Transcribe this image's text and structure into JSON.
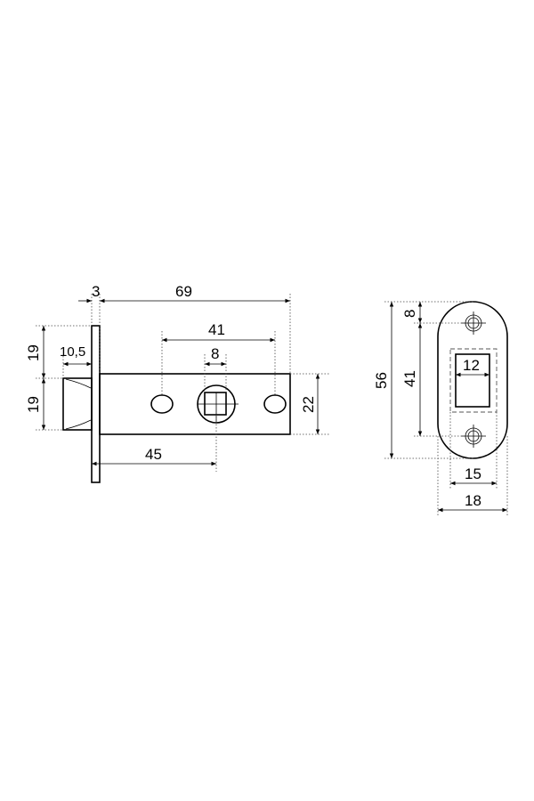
{
  "latch": {
    "dims": {
      "faceplate_thickness": "3",
      "backset_length": "69",
      "hole_spacing": "41",
      "spindle": "8",
      "latch_projection": "10,5",
      "upper_half": "19",
      "lower_half": "19",
      "body_height": "22",
      "backset": "45"
    }
  },
  "strike_plate": {
    "dims": {
      "height": "56",
      "top_to_hole": "8",
      "hole_spacing": "41",
      "opening_width": "12",
      "recess_width": "15",
      "plate_width": "18"
    }
  }
}
